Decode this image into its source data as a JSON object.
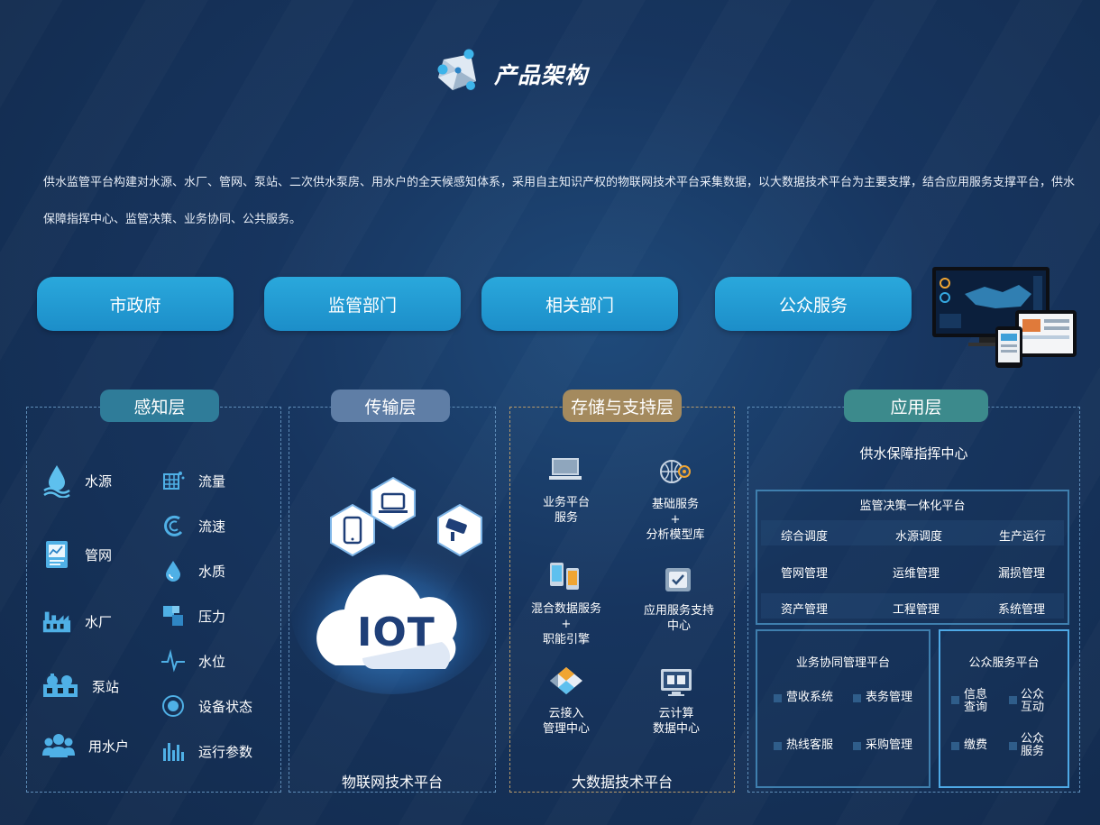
{
  "header": {
    "title": "产品架构",
    "intro": "供水监管平台构建对水源、水厂、管网、泵站、二次供水泵房、用水户的全天候感知体系，采用自主知识产权的物联网技术平台采集数据，以大数据技术平台为主要支撑，结合应用服务支撑平台，供水保障指挥中心、监管决策、业务协同、公共服务。"
  },
  "stakeholders": [
    "市政府",
    "监管部门",
    "相关部门",
    "公众服务"
  ],
  "layers": {
    "perception": {
      "title": "感知层",
      "left_items": [
        "水源",
        "管网",
        "水厂",
        "泵站",
        "用水户"
      ],
      "right_items": [
        "流量",
        "流速",
        "水质",
        "压力",
        "水位",
        "设备状态",
        "运行参数"
      ]
    },
    "transport": {
      "title": "传输层",
      "iot_text": "IOT",
      "platform": "物联网技术平台"
    },
    "storage": {
      "title": "存储与支持层",
      "items": [
        "业务平台\n服务",
        "基础服务\n+\n分析模型库",
        "混合数据服务\n+\n职能引擎",
        "应用服务支持\n中心",
        "云接入\n管理中心",
        "云计算\n数据中心"
      ],
      "platform": "大数据技术平台"
    },
    "application": {
      "title": "应用层",
      "command_center": "供水保障指挥中心",
      "decision_platform": {
        "title": "监管决策一体化平台",
        "cells": [
          "综合调度",
          "水源调度",
          "生产运行",
          "管网管理",
          "运维管理",
          "漏损管理",
          "资产管理",
          "工程管理",
          "系统管理"
        ]
      },
      "collab_platform": {
        "title": "业务协同管理平台",
        "items": [
          "营收系统",
          "表务管理",
          "热线客服",
          "采购管理"
        ]
      },
      "public_platform": {
        "title": "公众服务平台",
        "items": [
          "信息\n查询",
          "公众\n互动",
          "缴费",
          "公众\n服务"
        ]
      }
    }
  },
  "colors": {
    "pill": "#1f96cf",
    "tab_perception": "#2f7c99",
    "tab_transport": "#5f7ea6",
    "tab_storage": "#a48a5e",
    "tab_application": "#3c8a8c"
  }
}
